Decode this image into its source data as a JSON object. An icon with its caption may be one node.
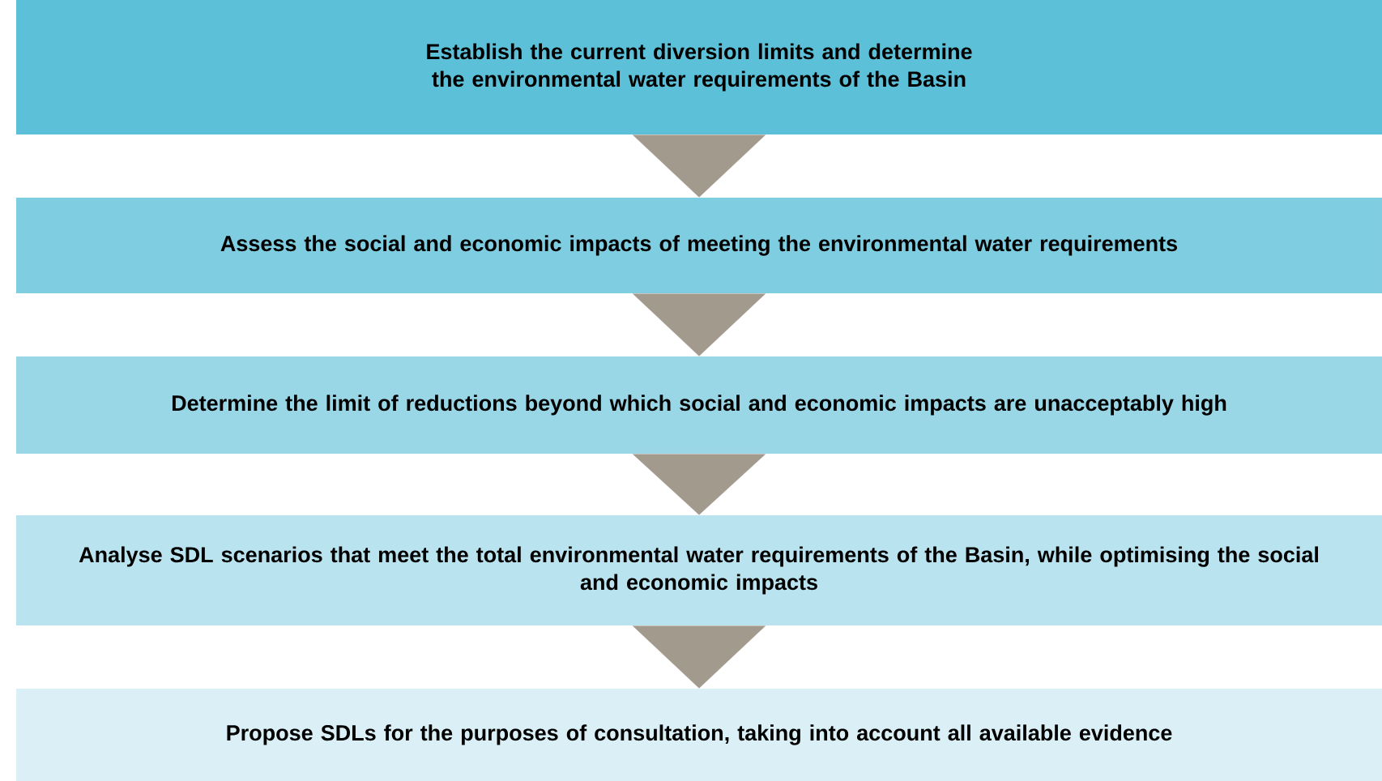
{
  "diagram": {
    "nodes": [
      {
        "text": [
          "Establish the current diversion limits and determine the environmental water requirements of the Basin"
        ]
      },
      {
        "text": [
          "Assess the social and economic impacts of meeting the environmental water requirements"
        ]
      },
      {
        "text": [
          "Determine the limit of reductions beyond which social and economic impacts are unacceptably high"
        ]
      },
      {
        "text": [
          "Analyse SDL scenarios that meet the total environmental water requirements of the Basin, while optimising the social and economic impacts"
        ]
      },
      {
        "text": [
          "Propose SDLs for the purposes of consultation, taking into account all available evidence"
        ]
      }
    ],
    "edges": [
      {
        "from": 0,
        "to": 1,
        "arrow": "to"
      },
      {
        "from": 1,
        "to": 2,
        "arrow": "to"
      },
      {
        "from": 2,
        "to": 3,
        "arrow": "to"
      },
      {
        "from": 3,
        "to": 4,
        "arrow": "to"
      }
    ]
  }
}
